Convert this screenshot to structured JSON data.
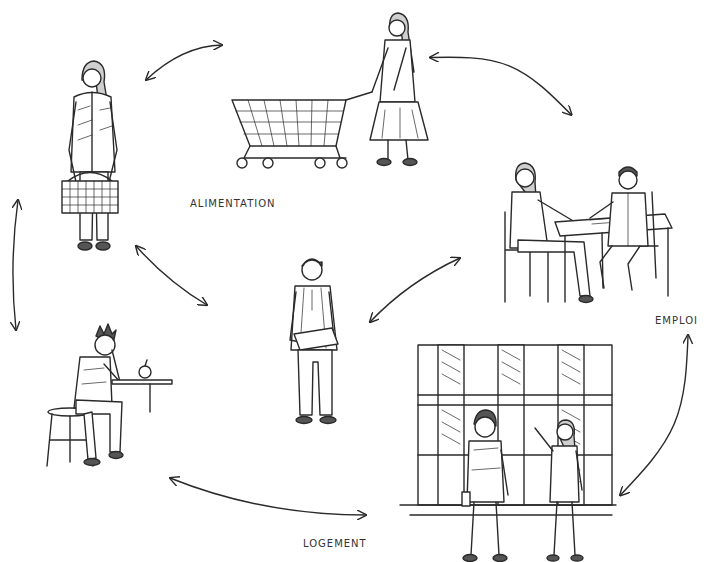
{
  "diagram": {
    "nodes": [
      {
        "text": [
          "ALIMENTATION"
        ]
      },
      {
        "text": [
          "EMPLOI"
        ]
      },
      {
        "text": [
          "LOGEMENT"
        ]
      }
    ],
    "edges": [
      {
        "from": 0,
        "to": 1,
        "arrow": "both"
      },
      {
        "from": 1,
        "to": 2,
        "arrow": "both"
      }
    ]
  }
}
